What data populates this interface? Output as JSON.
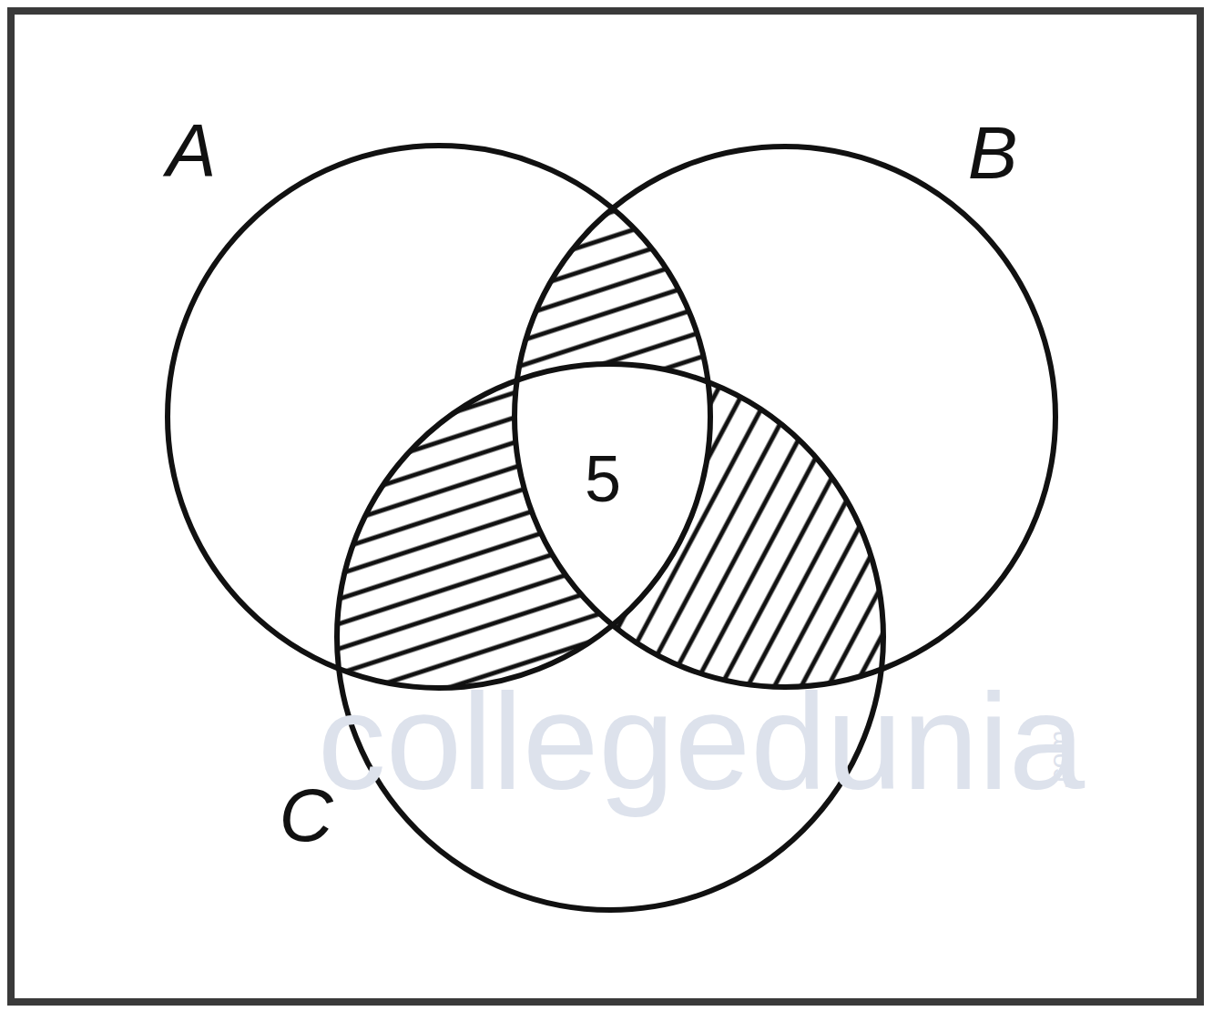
{
  "diagram": {
    "labels": [
      "A",
      "B",
      "C",
      "5",
      "collegedunia",
      ".com"
    ]
  }
}
